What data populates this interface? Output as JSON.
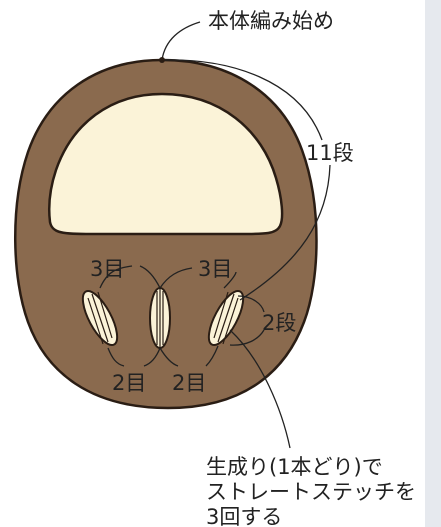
{
  "colors": {
    "body_brown": "#8a6a4e",
    "face_cream": "#fbf3d8",
    "outline": "#2a1d14",
    "leader_line": "#222222",
    "edge_shade": "#e6e9ee"
  },
  "labels": {
    "start_point": "本体編み始め",
    "rows_total": "11段",
    "top_left_stitch": "3目",
    "top_right_stitch": "3目",
    "rows_stitch": "2段",
    "bottom_left_stitch": "2目",
    "bottom_right_stitch": "2目",
    "note_line1": "生成り(1本どり)で",
    "note_line2": "ストレートステッチを",
    "note_line3": "3回する"
  }
}
